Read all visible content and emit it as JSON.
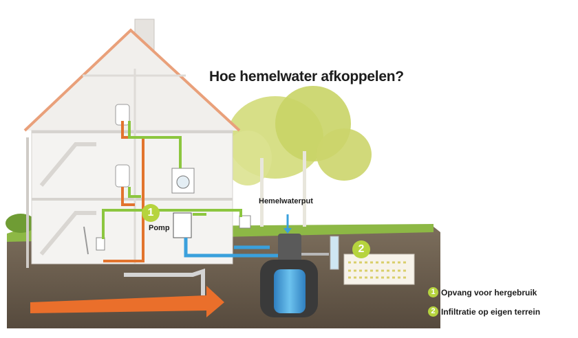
{
  "title": "Hoe hemelwater afkoppelen?",
  "labels": {
    "hemelwaterput": "Hemelwaterput",
    "pomp": "Pomp"
  },
  "markers": {
    "one": "1",
    "two": "2"
  },
  "legend": [
    {
      "number": "1",
      "text": "Opvang voor hergebruik"
    },
    {
      "number": "2",
      "text": "Infiltratie op eigen terrein"
    }
  ],
  "colors": {
    "reuse_pipe": "#8cc63f",
    "drain_pipe": "#e2742e",
    "water": "#3aa0dc",
    "marker": "#b6d43e",
    "soil": "#6a5d4e",
    "roof_edge": "#e9a07a"
  }
}
